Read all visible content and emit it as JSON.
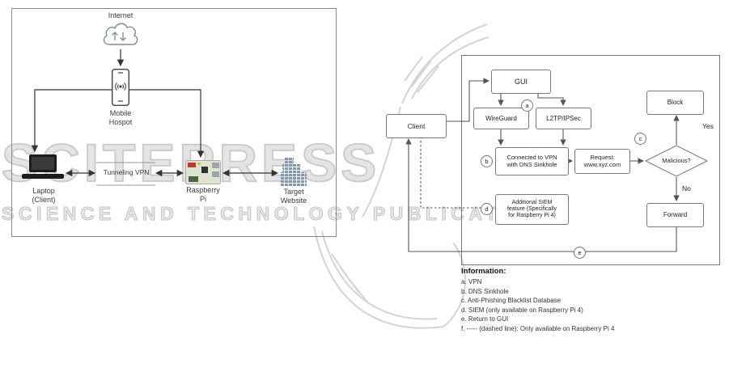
{
  "watermark": {
    "logo": "SCITEPRESS",
    "subtitle": "SCIENCE AND TECHNOLOGY PUBLICATIONS"
  },
  "network_diagram": {
    "internet": "Internet",
    "mobile_hotspot": "Mobile\nHospot",
    "tunneling_vpn": "Tunneling VPN",
    "laptop": "Laptop\n(Client)",
    "raspberry_pi": "Raspberry\nPi",
    "target_website": "Target\nWebsite"
  },
  "flowchart": {
    "client": "Client",
    "gui": "GUI",
    "wireguard": "WireGuard",
    "l2tp_ipsec": "L2TP/IPSec",
    "connected_vpn": "Connected to VPN\nwith DNS Sinkhole",
    "request": "Request:\nwww.xyz.com",
    "malicious": "Malicious?",
    "block": "Block",
    "forward": "Forward",
    "siem": "Additional SIEM\nfeature (Specifically\nfor Raspberry Pi 4)",
    "yes": "Yes",
    "no": "No",
    "badges": {
      "a": "a",
      "b": "b",
      "c": "c",
      "d": "d",
      "e": "e"
    }
  },
  "information": {
    "title": "Information:",
    "items": [
      "a. VPN",
      "b. DNS Sinkhole",
      "c. Anti-Phishing Blacklist Database",
      "d. SIEM (only available on Raspberry Pi 4)",
      "e. Return to GUI",
      "f. ----- (dashed line): Only available on Raspberry Pi 4"
    ]
  }
}
